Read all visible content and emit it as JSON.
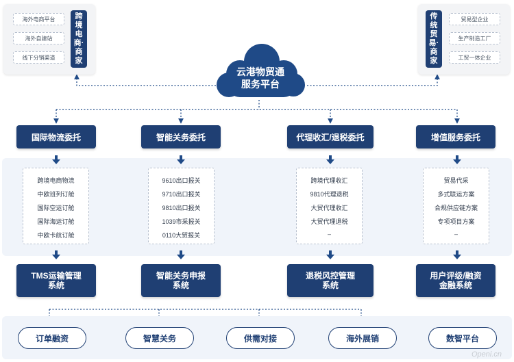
{
  "platform": {
    "title": "云港物贸通",
    "subtitle": "服务平台"
  },
  "left_card": {
    "title": "跨境电商·商家",
    "items": [
      "海外电商平台",
      "海外自建站",
      "线下分销渠道"
    ]
  },
  "right_card": {
    "title": "传统贸易·商家",
    "items": [
      "贸易型企业",
      "生产制造工厂",
      "工贸一体企业"
    ]
  },
  "services": [
    "国际物流委托",
    "智能关务委托",
    "代理收汇/退税委托",
    "增值服务委托"
  ],
  "details": [
    [
      "跨境电商物流",
      "中欧班列订舱",
      "国际空运订舱",
      "国际海运订舱",
      "中欧卡航订舱"
    ],
    [
      "9610出口报关",
      "9710出口报关",
      "9810出口报关",
      "1039市采报关",
      "0110大贸报关"
    ],
    [
      "跨境代理收汇",
      "9810代理退税",
      "大贸代理收汇",
      "大贸代理退税",
      "–"
    ],
    [
      "贸易代采",
      "多式联运方案",
      "合规供应链方案",
      "专项项目方案",
      "–"
    ]
  ],
  "systems": [
    [
      "TMS运输管理",
      "系统"
    ],
    [
      "智能关务申报",
      "系统"
    ],
    [
      "退税风控管理",
      "系统"
    ],
    [
      "用户评级/融资",
      "金融系统"
    ]
  ],
  "outcomes": [
    "订单融资",
    "智慧关务",
    "供需对接",
    "海外展销",
    "数智平台"
  ],
  "watermark": "Openi.cn",
  "colors": {
    "navy": "#1f3f73",
    "cloud": "#1f4a87",
    "panel": "#f0f4fa",
    "connector": "#1f4a87"
  }
}
